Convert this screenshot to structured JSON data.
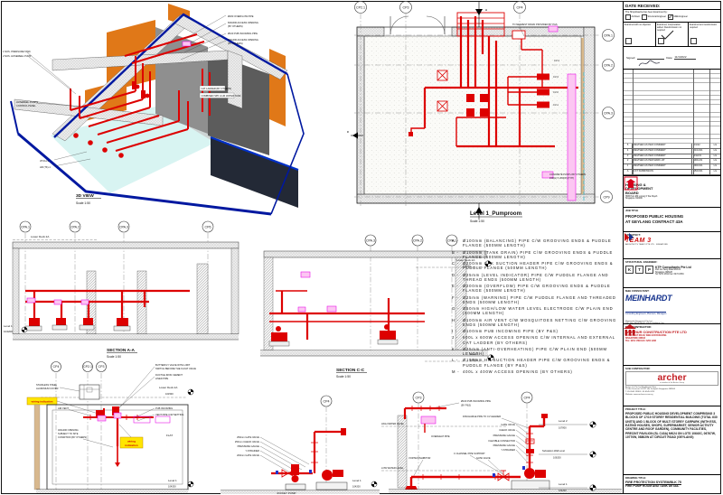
{
  "colors": {
    "pipe_red": "#dd0000",
    "highlight_magenta": "#e800e8",
    "wiring_yellow": "#ffe600",
    "frame_blue": "#0018a0",
    "wall_orange": "#e07818",
    "meinhardt_blue": "#17348e",
    "archer_red": "#c42126",
    "hdb_red": "#d6001c",
    "team3_red": "#cc1111"
  },
  "view3d": {
    "caption": "3D VIEW",
    "scale": "Scale 1:50",
    "labels": {
      "r1": "Ø200 OVERFLOW PIPE",
      "r2a": "600x600 ACCESS OPENING",
      "r2b": "(BY OTHERS)",
      "r3": "Ø100 PUB INCOMING PIPE",
      "r4a": "400x400 ACCESS OPENING",
      "r4b": "(BY OTHERS)",
      "l1": "1 NOS. PRESSURE TANK",
      "l2": "2 NOS. HOSEREEL PUMP",
      "l3a": "HOSEREEL PUMPS",
      "l3b": "CONTROL PANEL",
      "l4": "JP/CH-1",
      "l5": "HR (TK)-1",
      "t1": "CAT LADDER (BY OTHERS)",
      "t2": "COMBINED SPK & HR WATER TANK"
    }
  },
  "plan": {
    "caption": "Level 1_Pumproom",
    "scale": "Scale 1:50",
    "grid": {
      "cp21": "CP2.1",
      "cp3": "CP3",
      "cp4": "CP4",
      "cpa1": "CPA.1",
      "cpa2": "CPA.2",
      "cpa3": "CPA.3",
      "cp9": "CP9"
    },
    "labels": {
      "drain": "TO NEAREST DRAIN PROVIDED BY P&S",
      "cv4": "CV-4",
      "cv3": "CV-3",
      "cv2": "CV-2",
      "cv1": "CV-1",
      "plinth1": "CONCRETE PLINTH BY OTHERS",
      "plinth2": "150(H) X 200(W) (TYP)",
      "flag_a": "A",
      "flag_c": "C"
    }
  },
  "notes": [
    {
      "k": "A -",
      "t": "Ø100mm (BALANCING) PIPE C/W GROOVING ENDS & PUDDLE FLANGE (500MM LENGTH)"
    },
    {
      "k": "B -",
      "t": "Ø100mm (TANK DRAIN) PIPE C/W GROOVING ENDS & PUDDLE FLANGE (500MM LENGTH)"
    },
    {
      "k": "C -",
      "t": "Ø200mm SPK SUCTION HEADER PIPE C/W GROOVING ENDS & PUDDLE FLANGE (500MM LENGTH)"
    },
    {
      "k": "D -",
      "t": "Ø25mm (LEVEL INDICATOR) PIPE C/W PUDDLE FLANGE AND THREAD ENDS (500MM LENGTH)"
    },
    {
      "k": "E -",
      "t": "Ø200mm (OVERFLOW) PIPE C/W GROOVING ENDS & PUDDLE FLANGE (500MM LENGTH)"
    },
    {
      "k": "F -",
      "t": "Ø25mm (WARNING) PIPE C/W PUDDLE FLANGE AND THREADED ENDS (500MM LENGTH)"
    },
    {
      "k": "G -",
      "t": "Ø50mm HIGH/LOW WATER LEVEL ELECTRODE C/W PLAIN END (500MM LENGTH)"
    },
    {
      "k": "H -",
      "t": "Ø100mm AIR VENT C/W MOSQUITOES NETTING C/W GROOVING ENDS (500MM LENGTH)"
    },
    {
      "k": "I -",
      "t": "Ø100mm PUB INCOMING PIPE (BY P&S)"
    },
    {
      "k": "J -",
      "t": "600L x 600W ACCESS OPENING C/W INTERNAL AND EXTERNAL CAT LADDER (BY OTHERS)"
    },
    {
      "k": "K -",
      "t": "Ø25mm (ANTI-OVERHEATING) PIPE C/W PLAIN END (500MM LENGTH)"
    },
    {
      "k": "L -",
      "t": "Ø150mm HR SUCTION HEADER PIPE C/W GROOVING ENDS & PUDDLE FLANGE (BY P&S)"
    },
    {
      "k": "M -",
      "t": "400L x 400W ACCESS OPENING (BY OTHERS)"
    }
  ],
  "section_aa": {
    "caption": "SECTION A-A",
    "scale": "Scale 1:50",
    "g1": "CPA.1",
    "g2": "CPA.2",
    "g3": "CPA.3",
    "g4": "CP6",
    "lower_deck": "Lower Deck 2A",
    "level1": "Level 1",
    "level1_val": "104200"
  },
  "section_cc": {
    "caption": "SECTION C-C",
    "scale": "Scale 1:50",
    "g1": "CPA.3",
    "g2": "CPA.2",
    "g3": "CPA.1",
    "lower_deck": "Lower Deck 2A",
    "lower_val": "101500",
    "level1": "Level 1",
    "level1_val": "104200"
  },
  "detail_bl": {
    "g1": "CP4",
    "g2": "CP2.1",
    "g3": "CP3",
    "butterfly1": "BUTTERFLY VALVE WITH LIMIT",
    "butterfly2": "SWITCH BEFORE THE FLOAT VALVE",
    "ductile1": "DUCTILE IRON CEMENT",
    "ductile2": "LINED PIPE",
    "cover1": "STAINLESS STEEL",
    "cover2": "ALUMINIUM COVER",
    "wiring": "wiring indication",
    "wiring2a": "wiring",
    "wiring2b": "indication",
    "airvent": "AIR VENT",
    "pub": "PUB INCOMING",
    "vent": "VENT PIPE C/W NETTING",
    "flat": "FLAT",
    "opening1": "400x400 OPENING",
    "opening2": "SUBJECT TO SITE",
    "opening3": "CONDITION (BY OTHERS)",
    "lower_deck": "Lower Deck 2A",
    "lower_val": "101500",
    "level1": "Level 1",
    "level1_val": "104200"
  },
  "detail_jp": {
    "grid": "CP4",
    "gate250": "250mm GATE VALVE",
    "check250": "250mm CHECK VALVE",
    "pg": "PRESSURE GAUGE",
    "ystrainer": "Y-STRAINER",
    "gate200": "200mm GATE VALVE",
    "caption": "JOCKEY PUMP",
    "level1": "Level 1",
    "level1_val": "104200"
  },
  "detail_r": {
    "g1": "CP3",
    "g2": "CP4",
    "pub1": "Ø100 PUB INCOMING PIPE",
    "pub2": "(BY P&S)",
    "discharge": "DISCHARGE PIPE TO CV HEADER",
    "gate": "GATE VALVE",
    "check": "CHECK VALVE",
    "pg1": "PRESSURE GAUGE",
    "flex": "FLEXIBLE CONNECTOR",
    "pg2": "PRESSURE GAUGE",
    "ystr": "Y-STRAINER",
    "cchannel": "C CHANNEL PIPE SUPPORT",
    "gate2": "GATE VALVE",
    "vortex": "VORTEX INHIBITOR",
    "overheat": "OVERHEAT PIPE",
    "hwl": "HIGH WATER LEVEL",
    "lwl": "LOW WATER LEVEL",
    "level2": "Level 2",
    "level2_val": "107800",
    "subwall": "Substation Wall Level",
    "subwall_val": "106200",
    "level1": "Level 1",
    "level1_val": "104200"
  },
  "titleblock": {
    "stamp": {
      "title": "DATE RECEIVED:",
      "intro": "The Shopdrawing has been Examined by:",
      "cb1": "Architect",
      "cb2": "Structural Engineer",
      "cb3": "M&E Engineer",
      "col1": "Examined with no objection",
      "col2": "Examined, interpretation added. Resubmission not required",
      "col3": "Examined and resubmission required",
      "signed": "Signed:",
      "date_label": "Date:",
      "date_value": "11/1/2022"
    },
    "revisions": {
      "header": {
        "no": "No.",
        "desc": "Description",
        "date": "Date",
        "init": "Init."
      },
      "rows": [
        {
          "no": "5",
          "desc": "REVISED AS PER COMMENT",
          "date": "5/1/22",
          "init": "LG"
        },
        {
          "no": "4",
          "desc": "REVISED AS PER COMMENT",
          "date": "21/12/21",
          "init": "LG"
        },
        {
          "no": "3",
          "desc": "REVISED AS PER COMMENT",
          "date": "3/12/21",
          "init": "LG"
        },
        {
          "no": "2",
          "desc": "REVISED AS PER MARK-UP",
          "date": "19/11/21",
          "init": "LG"
        },
        {
          "no": "1",
          "desc": "REVISED AS PER COMMENT",
          "date": "29/10/21",
          "init": "LG"
        },
        {
          "no": "A",
          "desc": "1ST SUBMISSION",
          "date": "15/10/21",
          "init": "LG"
        }
      ]
    },
    "hdb": {
      "name1": "HOUSING &",
      "name2": "DEVELOPMENT",
      "name3": "BOARD",
      "addr1": "HDB Hub 480 Lorong 6 Toa Payoh",
      "addr2": "Singapore 310480"
    },
    "job": {
      "label": "JOB TITLE",
      "line1": "PROPOSED PUBLIC HOUSING",
      "line2": "AT GEYLANG CONTRACT 43A"
    },
    "architect": {
      "label": "ARCHITECT:",
      "name": "TEAM 3",
      "sub1": "ARCHITECTS TEAM 3 PTE LTD",
      "sub2": "SINGAPORE"
    },
    "structural": {
      "label": "STRUCTURAL ENGINEER:",
      "k": "K",
      "t": "T",
      "p": "P",
      "name": "KTP Consultants Pte Ltd",
      "addr1": "16A Joo Seng Road #03-01",
      "addr2": "Singapore 368128",
      "addr3": "Tel: 6272 2811  Fax: 6272 2084"
    },
    "me": {
      "label": "M&E CONSULTANT:",
      "name": "MEINHARDT",
      "tagline": "Consulting Engineers, Planners, Managers",
      "addr1": "Meinhardt (Singapore) Pte Ltd",
      "addr2": "168 Jalan Bukit Merah #09-01 Surbana One",
      "addr3": "Singapore 150168"
    },
    "contractor": {
      "label": "MAIN CONTRACTOR:",
      "name": "WEE HUR CONSTRUCTION PTE LTD",
      "addr1": "39 KIM KEAT ROAD, WEE HUR BUILDING",
      "addr2": "SINGAPORE 328814",
      "addr3": "TEL: 6254 1788  FAX: 6254 1268"
    },
    "subcontractor": {
      "label": "SUB CONTRACTOR:",
      "name": "archer",
      "tagline": "a member of the Archer Group",
      "addr1": "Archer Co Pte Ltd  Reg/Head Office:",
      "addr2": "10 Ubi Crescent #01-57 Ubi Techpark Singapore 408564",
      "addr3": "T: 65 6545 1998   F: 65 6545 0223",
      "addr4": "Website: www.archerco.com.sg"
    },
    "project": {
      "label": "PROJECT TITLE:",
      "text": "PROPOSED PUBLIC HOUSING DEVELOPMENT COMPRISING 3 BLOCKS OF 17/19 STOREY RESIDENTIAL BUILDING (TOTAL 630 UNITS) AND 1 BLOCK OF MULTI STOREY CARPARK (WITH ESS, EATING HOUSES, SHOPS, SUPERMARKET, SENIOR ACTIVITY CENTRE AND ROOF GARDEN), COMMUNITY FACILITIES, PRECINT PAVILION (SL C43A) MK24 ON LOTS 10640C, 06767W, 10770W, 08802W AT CIRCUIT ROAD (GEYLANG)"
    },
    "drawing": {
      "label": "DRAWING TITLE:",
      "line1": "FIRE PROTECTION SYSTEM/BLK 75",
      "line2": "FIRE PUMP ROOM AND TANK DETAIL"
    }
  }
}
